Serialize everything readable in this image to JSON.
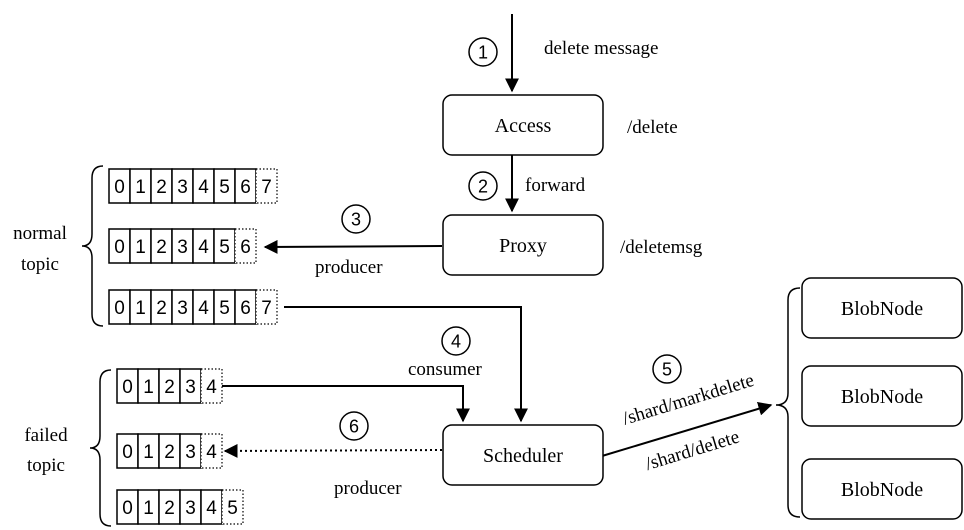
{
  "nodes": {
    "access": "Access",
    "proxy": "Proxy",
    "scheduler": "Scheduler",
    "blobnodes": [
      "BlobNode",
      "BlobNode",
      "BlobNode"
    ]
  },
  "labels": {
    "delete_message": "delete message",
    "delete_path": "/delete",
    "forward": "forward",
    "deletemsg_path": "/deletemsg",
    "producer_normal": "producer",
    "consumer": "consumer",
    "producer_failed": "producer",
    "markdelete": "/shard/markdelete",
    "shard_delete": "/shard/delete",
    "normal_topic": [
      "normal",
      "topic"
    ],
    "failed_topic": [
      "failed",
      "topic"
    ]
  },
  "steps": [
    "1",
    "2",
    "3",
    "4",
    "5",
    "6"
  ],
  "queues": {
    "normal": [
      {
        "cells": [
          "0",
          "1",
          "2",
          "3",
          "4",
          "5",
          "6"
        ],
        "pending": "7"
      },
      {
        "cells": [
          "0",
          "1",
          "2",
          "3",
          "4",
          "5"
        ],
        "pending": "6"
      },
      {
        "cells": [
          "0",
          "1",
          "2",
          "3",
          "4",
          "5",
          "6"
        ],
        "pending": "7"
      }
    ],
    "failed": [
      {
        "cells": [
          "0",
          "1",
          "2",
          "3"
        ],
        "pending": "4"
      },
      {
        "cells": [
          "0",
          "1",
          "2",
          "3"
        ],
        "pending": "4"
      },
      {
        "cells": [
          "0",
          "1",
          "2",
          "3",
          "4"
        ],
        "pending": "5"
      }
    ]
  }
}
